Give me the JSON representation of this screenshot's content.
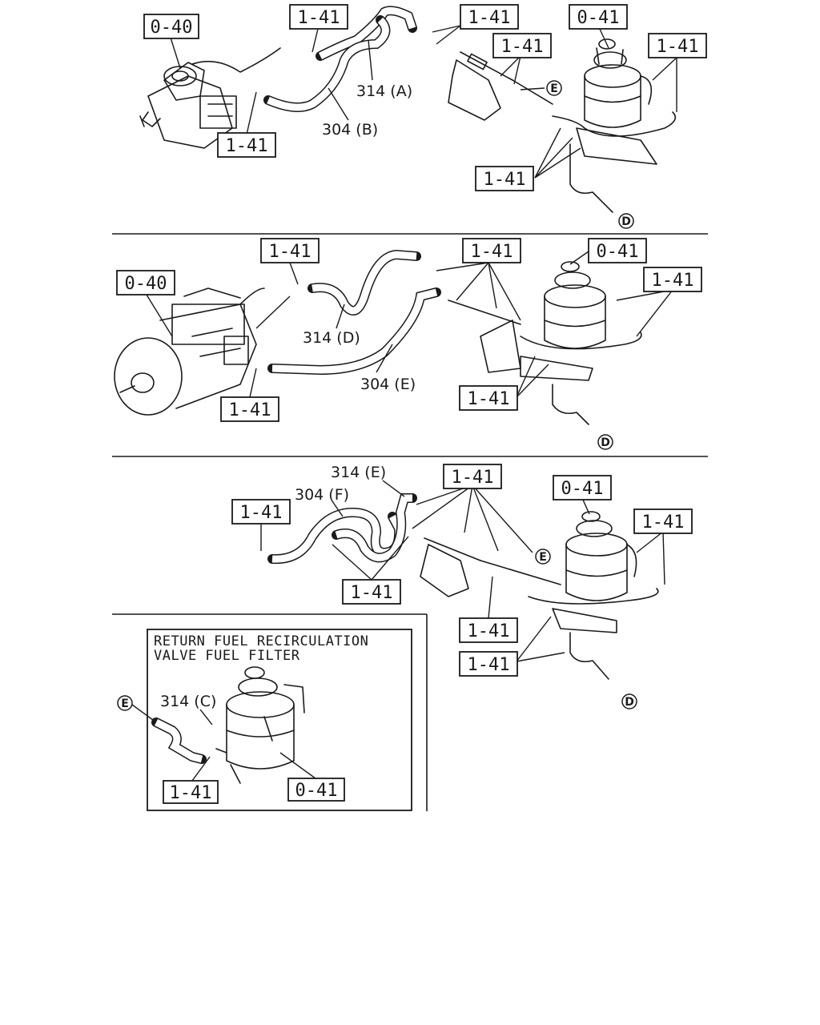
{
  "callouts": {
    "p1_pump": "0-40",
    "p1_top_mid": "1-41",
    "p1_top_right": "1-41",
    "p1_filter": "0-41",
    "p1_bracket": "1-41",
    "p1_right": "1-41",
    "p1_bottom_left": "1-41",
    "p1_bottom_right": "1-41",
    "p2_pump": "0-40",
    "p2_top_mid": "1-41",
    "p2_top_right": "1-41",
    "p2_filter": "0-41",
    "p2_right": "1-41",
    "p2_bottom_left": "1-41",
    "p2_bottom_right": "1-41",
    "p3_left": "1-41",
    "p3_top": "1-41",
    "p3_filter": "0-41",
    "p3_right": "1-41",
    "p3_mid": "1-41",
    "p3_low1": "1-41",
    "p3_low2": "1-41",
    "inset_clip": "1-41",
    "inset_filter": "0-41"
  },
  "refs": {
    "p1_hose_a": "314 (A)",
    "p1_hose_b": "304 (B)",
    "p2_hose_d": "314 (D)",
    "p2_hose_e": "304 (E)",
    "p3_hose_e": "314 (E)",
    "p3_hose_f": "304 (F)",
    "inset_hose_c": "314 (C)"
  },
  "markers": {
    "p1_e": "E",
    "p1_d": "D",
    "p2_d": "D",
    "p3_e": "E",
    "p3_d": "D",
    "inset_e": "E"
  },
  "inset": {
    "title_line1": "RETURN FUEL RECIRCULATION",
    "title_line2": "VALVE FUEL FILTER"
  }
}
